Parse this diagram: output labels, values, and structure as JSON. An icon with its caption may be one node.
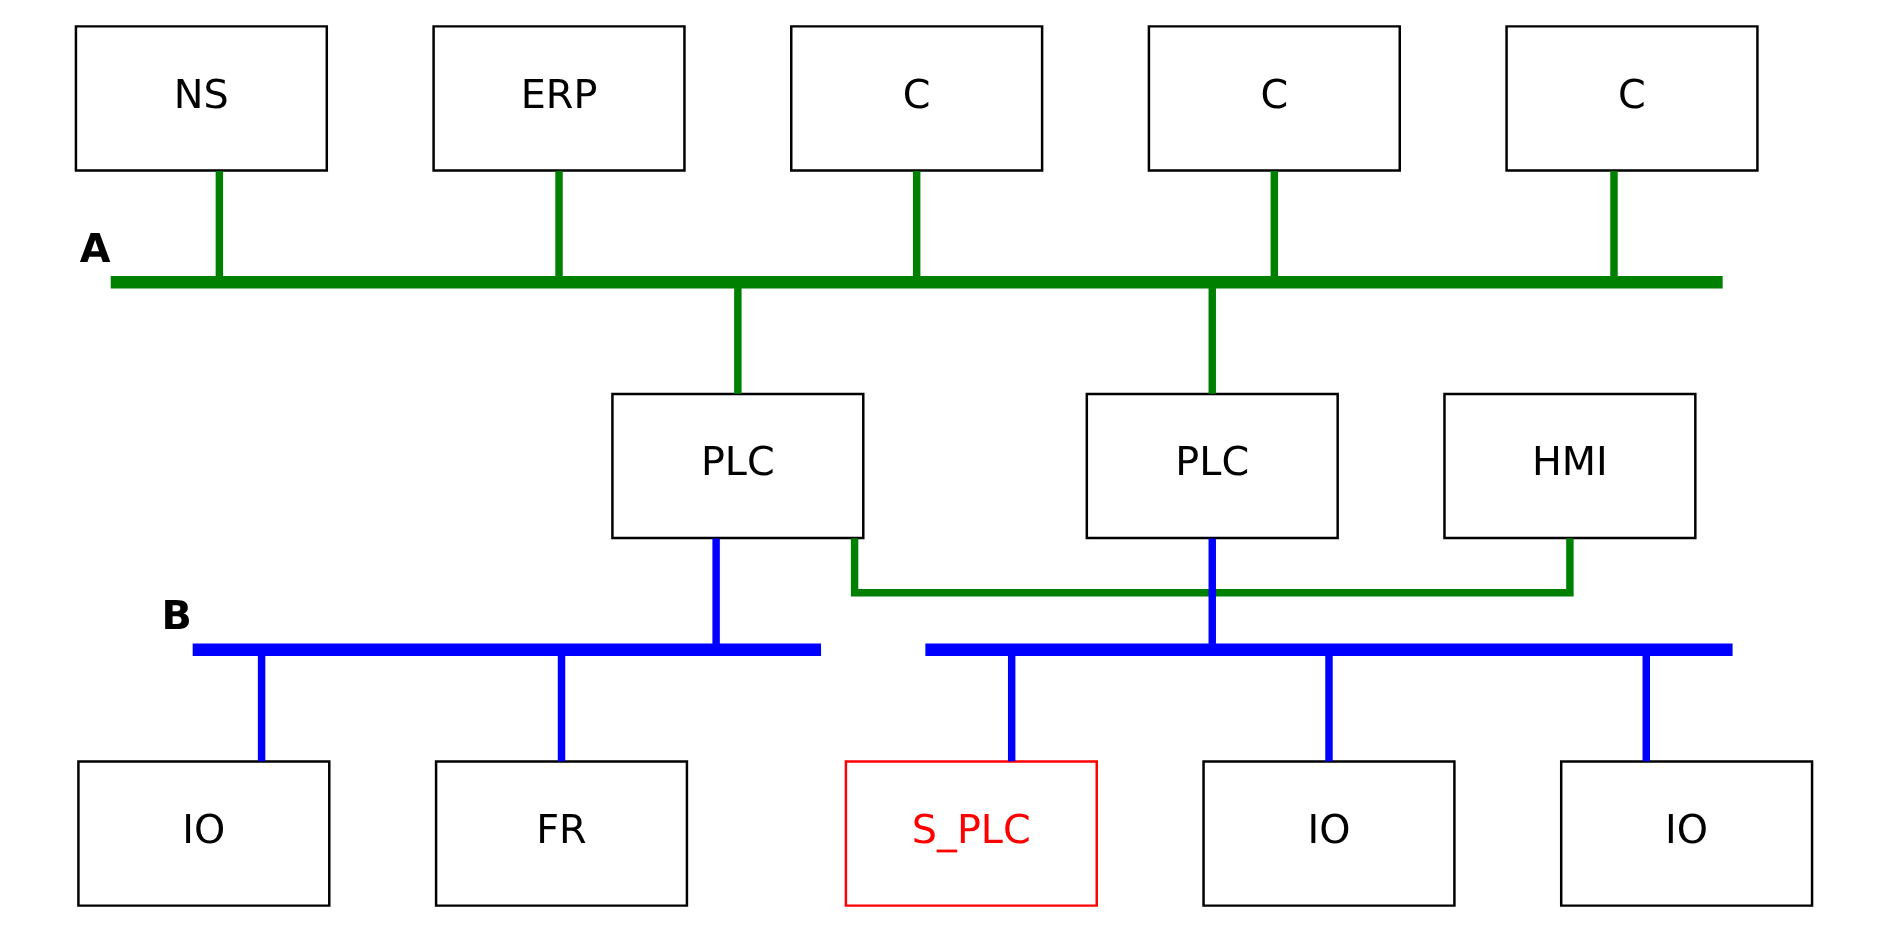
{
  "diagram": {
    "nodes": [
      {
        "text": [
          "NS"
        ]
      },
      {
        "text": [
          "ERP"
        ]
      },
      {
        "text": [
          "C"
        ]
      },
      {
        "text": [
          "C"
        ]
      },
      {
        "text": [
          "C"
        ]
      },
      {
        "text": [],
        "shape": "bar",
        "beside": [
          "A"
        ]
      },
      {
        "text": [
          "HMI"
        ]
      },
      {
        "text": [
          "PLC"
        ]
      },
      {
        "text": [
          "PLC"
        ]
      },
      {
        "text": [],
        "shape": "bar",
        "beside": [
          "B"
        ]
      },
      {
        "text": [],
        "shape": "bar"
      },
      {
        "text": [
          "IO"
        ]
      },
      {
        "text": [
          "FR"
        ]
      },
      {
        "text": [
          "S_PLC"
        ]
      },
      {
        "text": [
          "IO"
        ]
      },
      {
        "text": [
          "IO"
        ]
      }
    ],
    "edges": [
      {
        "from": 0,
        "to": 5,
        "arrow": "none"
      },
      {
        "from": 1,
        "to": 5,
        "arrow": "none"
      },
      {
        "from": 2,
        "to": 5,
        "arrow": "none"
      },
      {
        "from": 3,
        "to": 5,
        "arrow": "none"
      },
      {
        "from": 4,
        "to": 5,
        "arrow": "none"
      },
      {
        "from": 5,
        "to": 7,
        "arrow": "none"
      },
      {
        "from": 6,
        "to": 7,
        "arrow": "none"
      },
      {
        "from": 5,
        "to": 8,
        "arrow": "none"
      },
      {
        "from": 7,
        "to": 9,
        "arrow": "none",
        "color": "#0000ff"
      },
      {
        "from": 8,
        "to": 10,
        "arrow": "none",
        "color": "#0000ff"
      },
      {
        "from": 9,
        "to": 11,
        "arrow": "none",
        "color": "#0000ff"
      },
      {
        "from": 9,
        "to": 12,
        "arrow": "none",
        "color": "#0000ff"
      },
      {
        "from": 10,
        "to": 13,
        "arrow": "none",
        "color": "#0000ff"
      },
      {
        "from": 10,
        "to": 14,
        "arrow": "none",
        "color": "#0000ff"
      },
      {
        "from": 10,
        "to": 15,
        "arrow": "none",
        "color": "#0000ff"
      }
    ]
  }
}
